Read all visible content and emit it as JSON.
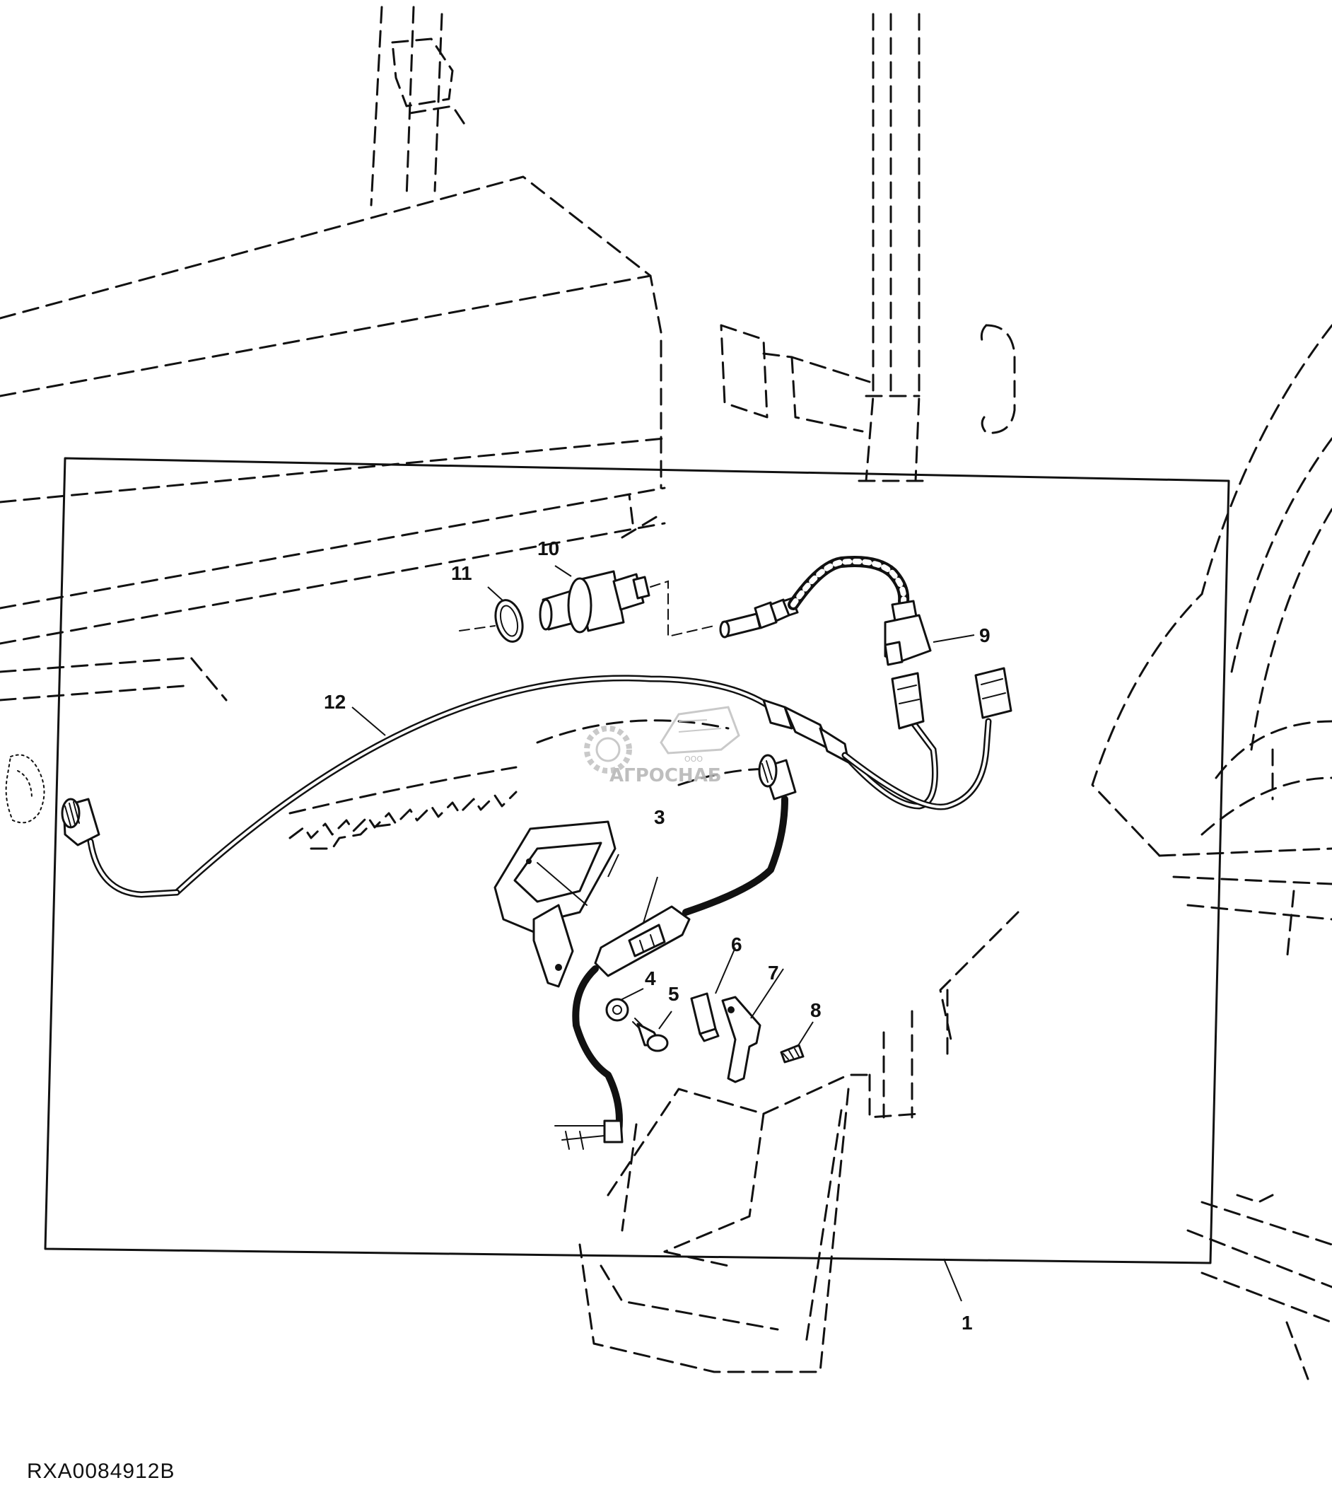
{
  "callouts": {
    "c1": "1",
    "c3": "3",
    "c4": "4",
    "c5": "5",
    "c6": "6",
    "c7": "7",
    "c8": "8",
    "c9": "9",
    "c10": "10",
    "c11": "11",
    "c12": "12"
  },
  "watermark": {
    "prefix": "ООО",
    "name": "АГРОСНАБ"
  },
  "figure_code": "RXA0084912B"
}
